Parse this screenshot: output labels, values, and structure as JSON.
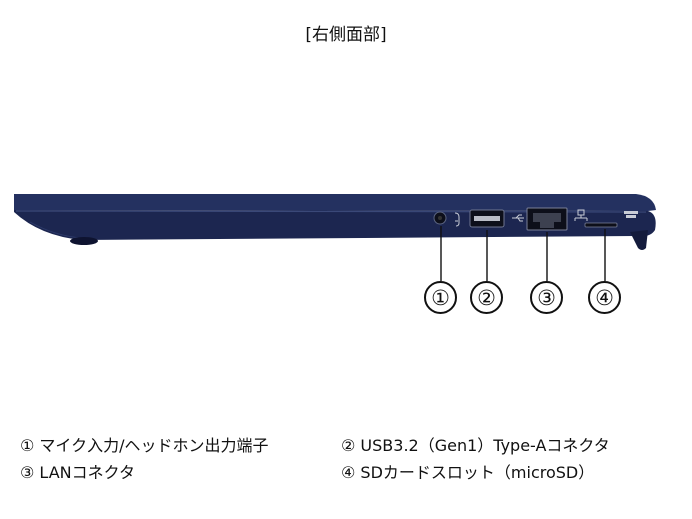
{
  "title": "[右側面部]",
  "colors": {
    "chassis": "#1f2a52",
    "chassis_edge": "#131a36",
    "port": "#0d0f1a",
    "port_metal": "#b9bcc6"
  },
  "icons": [
    "audio-jack-icon",
    "usb-icon",
    "lan-icon",
    "microsd-icon"
  ],
  "callouts": [
    "①",
    "②",
    "③",
    "④"
  ],
  "legend": [
    "① マイク入力/ヘッドホン出力端子",
    "② USB3.2（Gen1）Type-Aコネクタ",
    "③ LANコネクタ",
    "④ SDカードスロット（microSD）"
  ]
}
